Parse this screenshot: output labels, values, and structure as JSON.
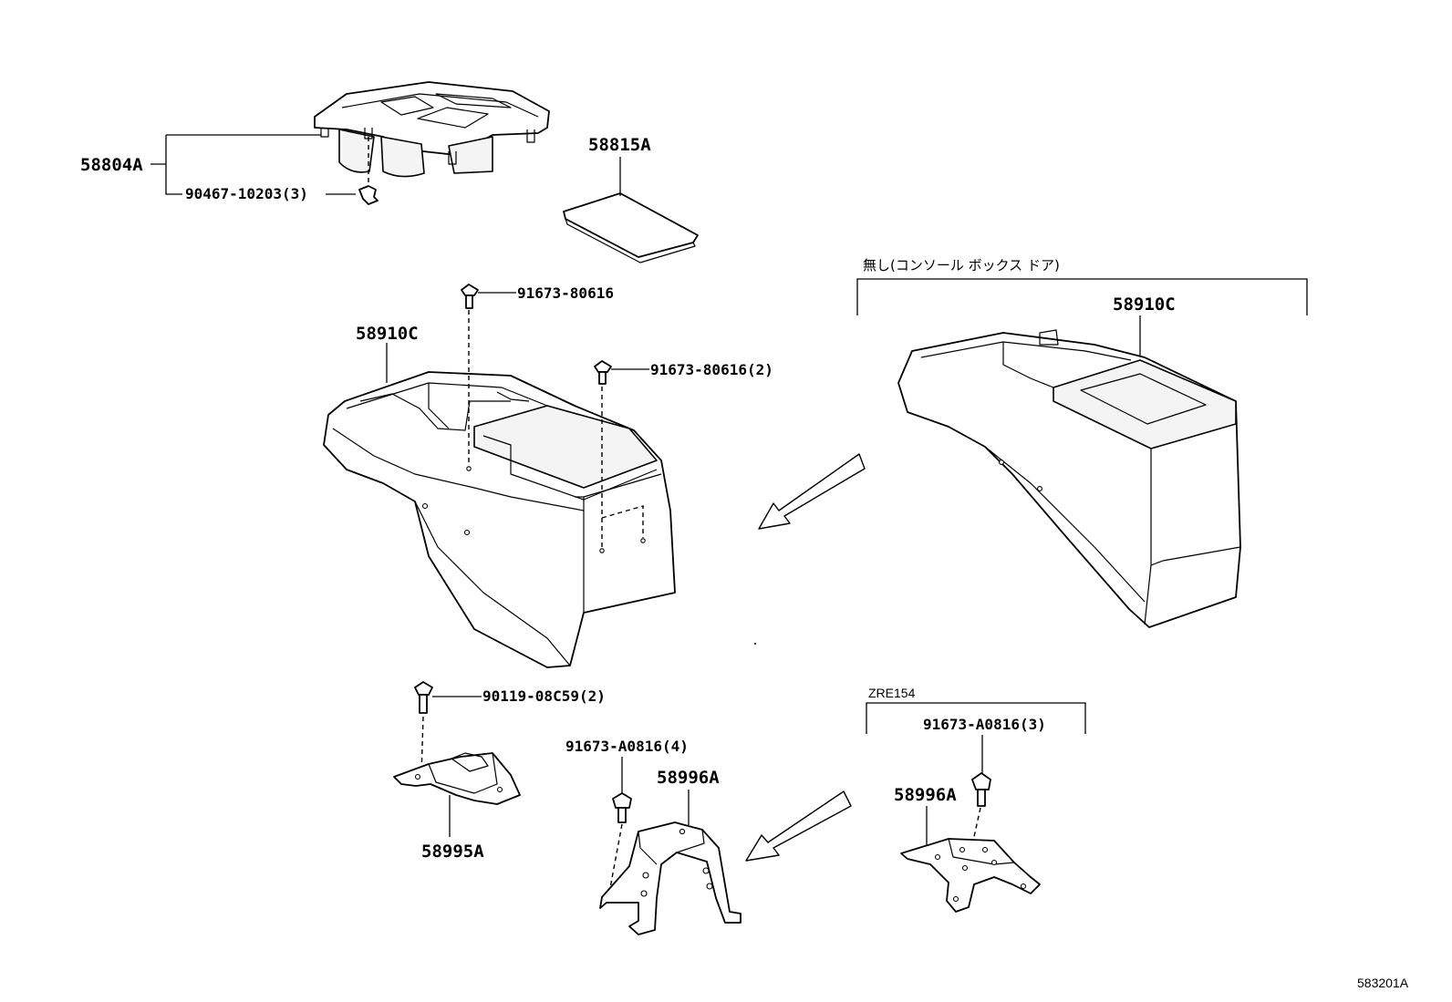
{
  "labels": {
    "cup_holder_part": "58804A",
    "cup_holder_clip": "90467-10203(3)",
    "mat_part": "58815A",
    "console_part_left": "58910C",
    "console_screw_top": "91673-80616",
    "console_screw_rear": "91673-80616(2)",
    "variant_note": "無し(コンソール ボックス ドア)",
    "console_part_right": "58910C",
    "bracket_bolt": "90119-08C59(2)",
    "bracket_front": "58995A",
    "rear_bracket_bolt": "91673-A0816(4)",
    "rear_bracket": "58996A",
    "zre_note": "ZRE154",
    "zre_bolt": "91673-A0816(3)",
    "zre_bracket": "58996A",
    "diagram_ref": "583201A"
  }
}
